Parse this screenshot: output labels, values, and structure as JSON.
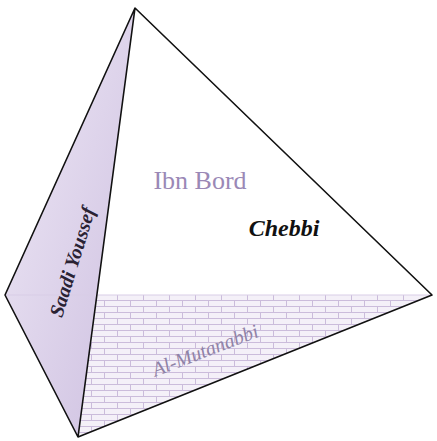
{
  "diagram": {
    "labels": [
      "Ibn Bord",
      "Chebbi",
      "Saadi Youssef",
      "Al-Mutanabbi"
    ]
  }
}
